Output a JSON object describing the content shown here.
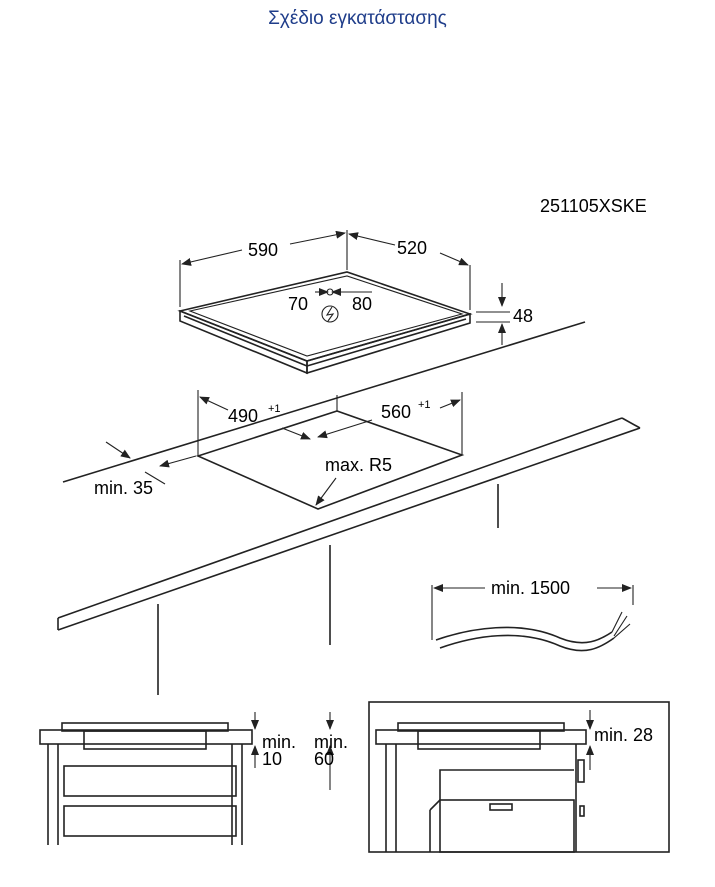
{
  "title": "Σχέδιο εγκατάστασης",
  "model_code": "251105XSKE",
  "hob_dims": {
    "width": "590",
    "depth": "520",
    "height": "48",
    "connection_left": "70",
    "connection_right": "80"
  },
  "cutout_dims": {
    "width": "490",
    "width_tol": "+1",
    "depth": "560",
    "depth_tol": "+1",
    "radius": "max. R5",
    "front_distance": "min. 35"
  },
  "cable_length": "min. 1500",
  "clearances": {
    "min_label": "min.",
    "drawer_gap": "10",
    "drawer_gap_label": "min.",
    "shelf_gap": "60",
    "oven_gap": "min. 28"
  },
  "colors": {
    "title": "#1f3d8a",
    "line": "#222222"
  }
}
